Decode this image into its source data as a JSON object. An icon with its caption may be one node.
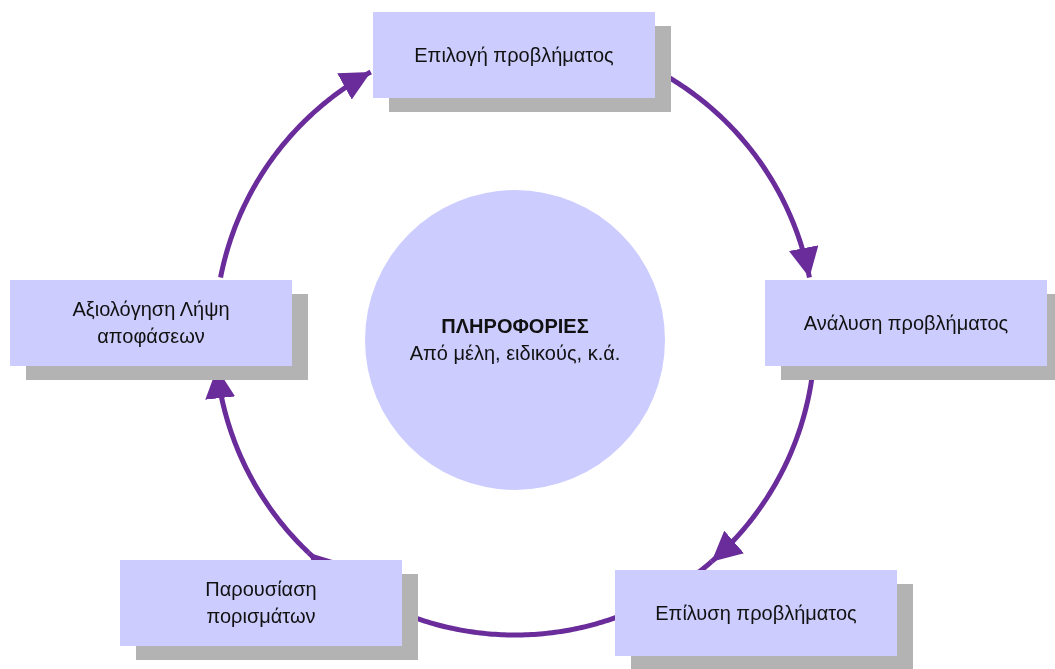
{
  "diagram": {
    "nodes": [
      {
        "text": [
          "Επιλογή προβλήματος"
        ]
      },
      {
        "text": [
          "Ανάλυση προβλήματος"
        ]
      },
      {
        "text": [
          "Επίλυση προβλήματος"
        ]
      },
      {
        "text": [
          "Παρουσίαση πορισμάτων"
        ]
      },
      {
        "text": [
          "Αξιολόγηση Λήψη αποφάσεων"
        ]
      },
      {
        "text": [
          "ΠΛΗΡΟΦΟΡΙΕΣ",
          "Από μέλη, ειδικούς, κ.ά."
        ]
      }
    ],
    "edges": [
      {
        "from": 0,
        "to": 1,
        "arrow": "to"
      },
      {
        "from": 1,
        "to": 2,
        "arrow": "to"
      },
      {
        "from": 2,
        "to": 3,
        "arrow": "to"
      },
      {
        "from": 3,
        "to": 4,
        "arrow": "to"
      },
      {
        "from": 4,
        "to": 0,
        "arrow": "to"
      }
    ]
  }
}
